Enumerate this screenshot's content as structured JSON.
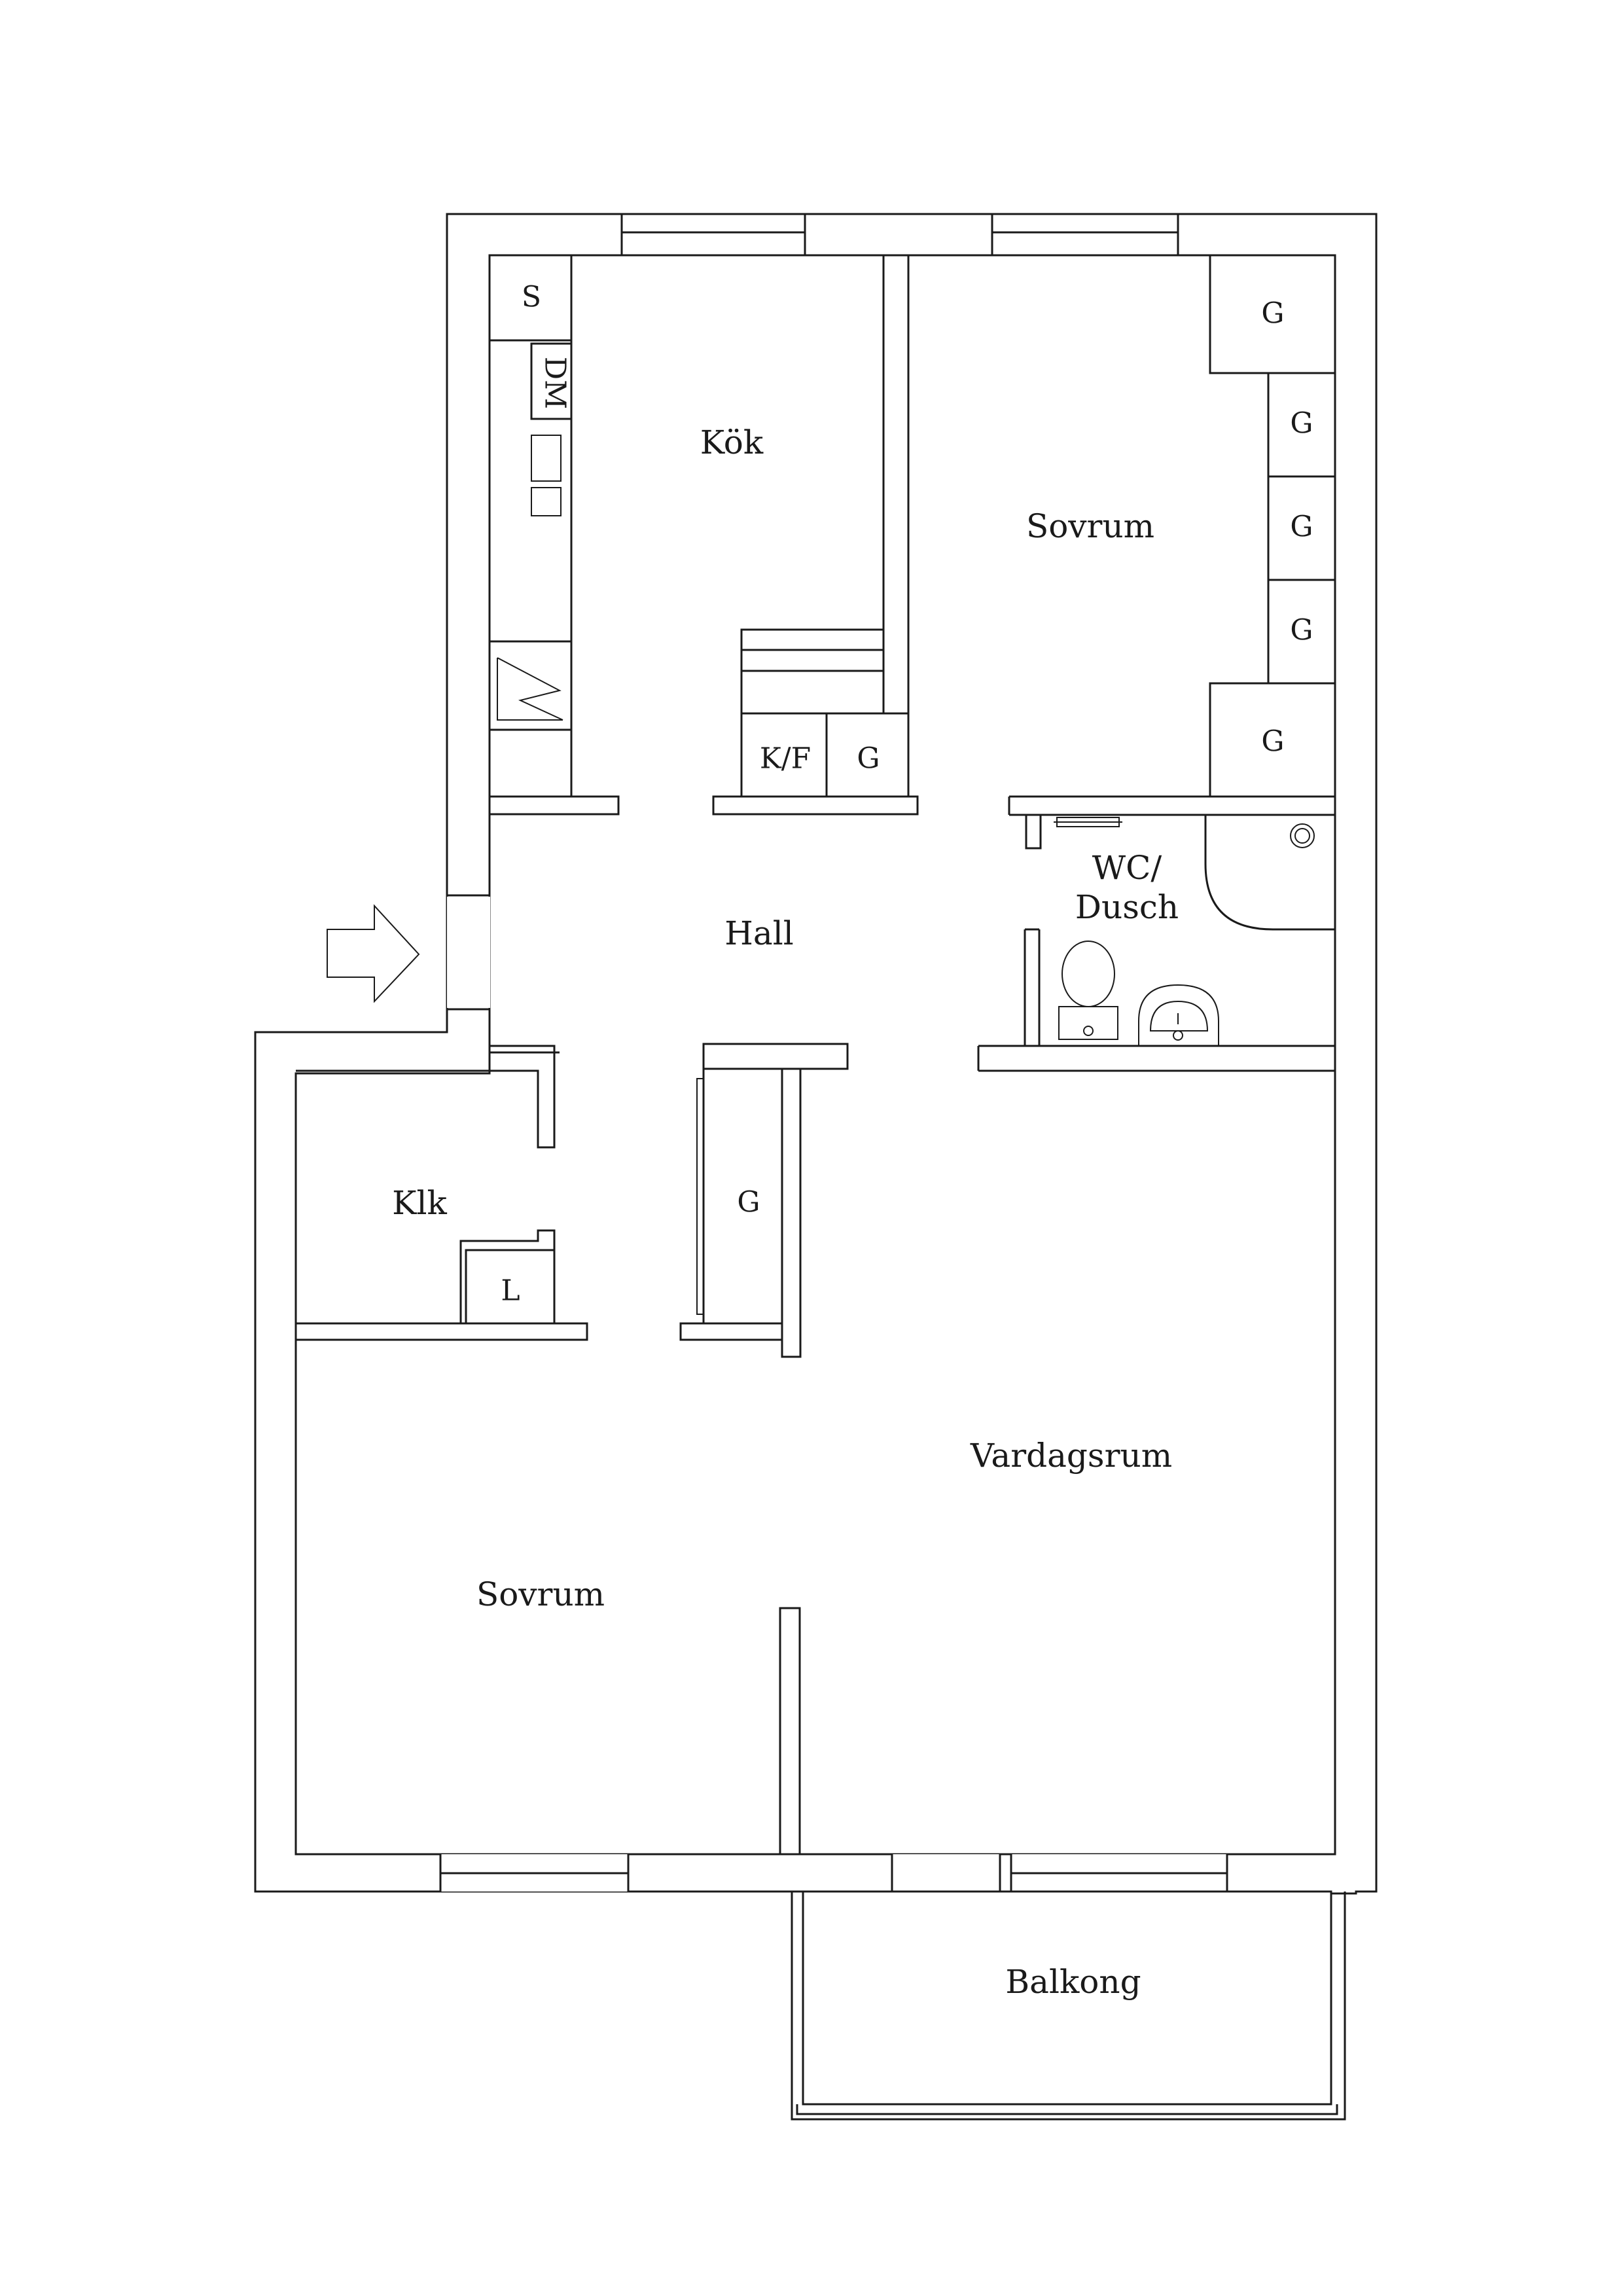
{
  "rooms": {
    "kitchen": "Kök",
    "bedroom_top": "Sovrum",
    "hall": "Hall",
    "bathroom_line1": "WC/",
    "bathroom_line2": "Dusch",
    "closet": "Klk",
    "bedroom_bottom": "Sovrum",
    "living_room": "Vardagsrum",
    "balcony": "Balkong"
  },
  "fixtures": {
    "stove": "S",
    "dishwasher": "DM",
    "fridge_freezer": "K/F",
    "wardrobe": "G",
    "linen": "L"
  }
}
